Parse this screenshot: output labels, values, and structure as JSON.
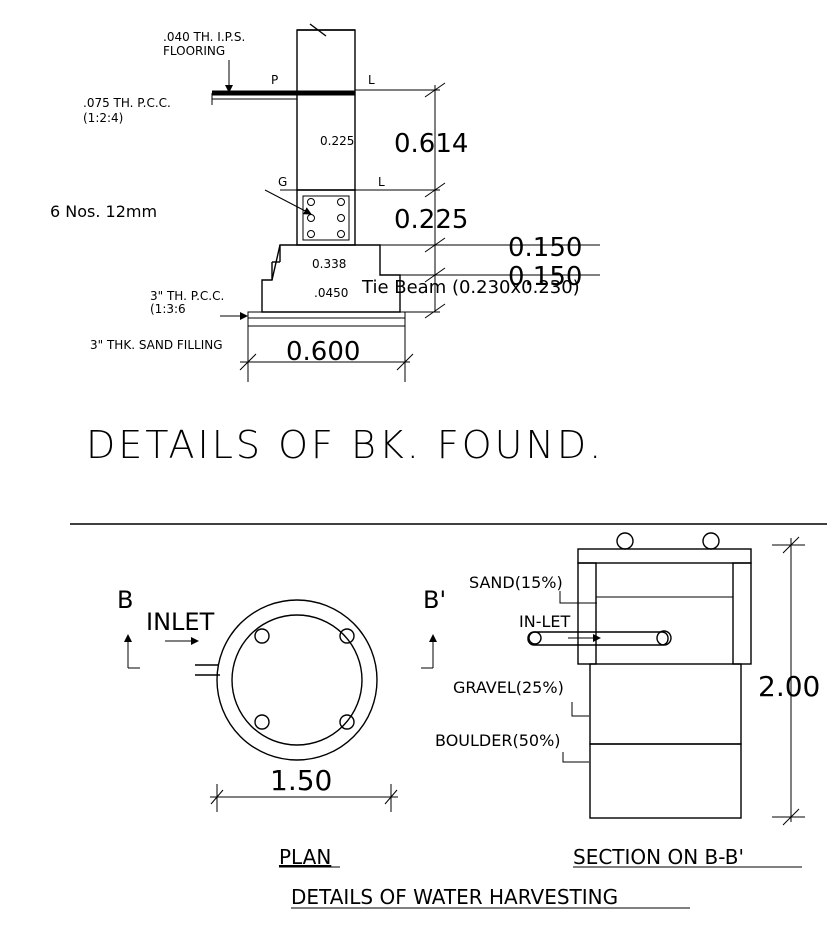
{
  "foundation": {
    "title": "DETAILS OF BK. FOUND.",
    "flooring_note_line1": ".040 TH. I.P.S.",
    "flooring_note_line2": "FLOORING",
    "pcc_top_line1": ".075 TH. P.C.C.",
    "pcc_top_line2": "(1:2:4)",
    "label_p": "P",
    "label_l_top": "L",
    "label_g": "G",
    "label_l_mid": "L",
    "wall_thickness": "0.225",
    "rebar_note": "6 Nos. 12mm",
    "footing_width": "0.338",
    "footing_offset": ".0450",
    "tie_beam": "Tie  Beam  (0.230x0.230)",
    "pcc_bottom_line1": "3\" TH. P.C.C.",
    "pcc_bottom_line2": "(1:3:6",
    "sand_filling": "3\" THK. SAND FILLING",
    "dims": {
      "height_plinth": "0.614",
      "height_beam": "0.225",
      "step_1": "0.150",
      "step_2": "0.150",
      "base_width": "0.600"
    }
  },
  "water_harvesting": {
    "title": "DETAILS OF WATER HARVESTING",
    "plan_label": "PLAN",
    "section_label": "SECTION ON B-B'",
    "section_b": "B",
    "section_b_prime": "B'",
    "inlet": "INLET",
    "plan_diameter": "1.50",
    "sand": "SAND(15%)",
    "in_let": "IN-LET",
    "gravel": "GRAVEL(25%)",
    "boulder": "BOULDER(50%)",
    "depth": "2.00"
  }
}
